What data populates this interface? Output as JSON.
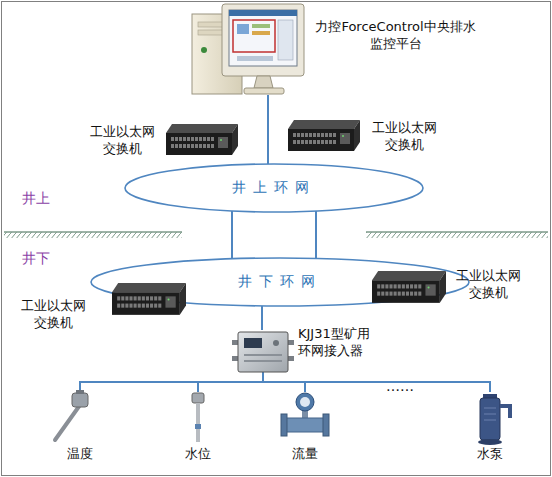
{
  "diagram": {
    "nodes": [
      {
        "text": [
          "力控ForceControl中央排水 监控平台"
        ]
      },
      {
        "text": [
          "工业以太网 交换机"
        ]
      },
      {
        "text": [
          "工业以太网 交换机"
        ]
      },
      {
        "text": [
          "井上环网"
        ]
      },
      {
        "text": [
          "井下环网"
        ]
      },
      {
        "text": [
          "工业以太网 交换机"
        ]
      },
      {
        "text": [
          "工业以太网 交换机"
        ]
      },
      {
        "text": [
          "KJJ31型矿用 环网接入器"
        ]
      },
      {
        "text": [
          "温度"
        ]
      },
      {
        "text": [
          "水位"
        ]
      },
      {
        "text": [
          "流量"
        ]
      },
      {
        "text": [
          "水泵"
        ]
      }
    ],
    "edges": [
      {
        "from": 0,
        "to": 3,
        "arrow": "none"
      },
      {
        "from": 3,
        "to": 4,
        "arrow": "none"
      },
      {
        "from": 3,
        "to": 4,
        "arrow": "none"
      },
      {
        "from": 4,
        "to": 7,
        "arrow": "none"
      },
      {
        "from": 7,
        "to": 8,
        "arrow": "none"
      },
      {
        "from": 7,
        "to": 9,
        "arrow": "none"
      },
      {
        "from": 7,
        "to": 10,
        "arrow": "none"
      },
      {
        "from": 7,
        "to": 11,
        "arrow": "none"
      }
    ],
    "labels": [
      "井上",
      "井下",
      "……"
    ]
  }
}
